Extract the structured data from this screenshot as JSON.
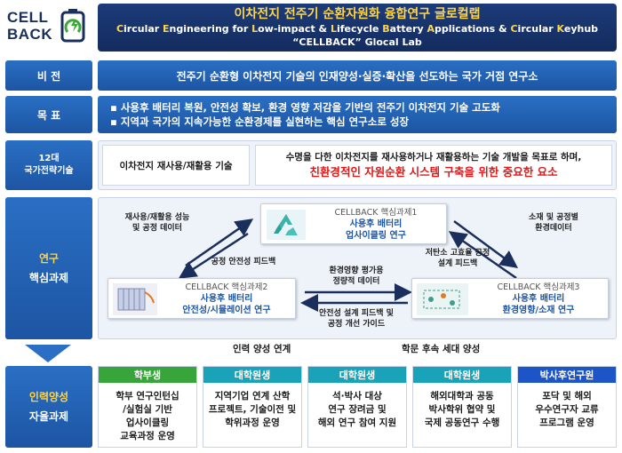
{
  "logo": {
    "line1": "CELL",
    "line2": "BACK"
  },
  "header": {
    "title": "이차전지 전주기 순환자원화 융합연구 글로컬랩",
    "subtitle_parts": [
      {
        "t": "C",
        "y": true
      },
      {
        "t": "ircular "
      },
      {
        "t": "E",
        "y": true
      },
      {
        "t": "ngineering for "
      },
      {
        "t": "L",
        "y": true
      },
      {
        "t": "ow-impact & "
      },
      {
        "t": "L",
        "y": true
      },
      {
        "t": "ifecycle "
      },
      {
        "t": "B",
        "y": true
      },
      {
        "t": "attery "
      },
      {
        "t": "A",
        "y": true
      },
      {
        "t": "pplications & "
      },
      {
        "t": "C",
        "y": true
      },
      {
        "t": "ircular "
      },
      {
        "t": "K",
        "y": true
      },
      {
        "t": "eyhub"
      }
    ],
    "line3": "“CELLBACK” Glocal Lab"
  },
  "vision": {
    "label": "비 전",
    "text": "전주기 순환형 이차전지 기술의 인재양성·실증·확산을 선도하는 국가 거점 연구소"
  },
  "goal": {
    "label": "목 표",
    "items": [
      "사용후 배터리 복원, 안전성 확보, 환경 영향 저감을 기반의 전주기 이차전지 기술 고도화",
      "지역과 국가의 지속가능한 순환경제를 실현하는 핵심 연구소로 성장"
    ]
  },
  "tech": {
    "label1": "12대",
    "label2": "국가전략기술",
    "name": "이차전지 재사용/재활용 기술",
    "desc1": "수명을 다한 이차전지를 재사용하거나 재활용하는 기술 개발을 목표로 하며,",
    "desc2": "친환경적인 자원순환 시스템 구축을 위한 중요한 요소"
  },
  "research": {
    "label1": "연구",
    "label2": "핵심과제",
    "task1": {
      "title": "CELLBACK 핵심과제1",
      "sub1": "사용후 배터리",
      "sub2": "업사이클링 연구"
    },
    "task2": {
      "title": "CELLBACK 핵심과제2",
      "sub1": "사용후 배터리",
      "sub2": "안전성/시뮬레이션 연구"
    },
    "task3": {
      "title": "CELLBACK 핵심과제3",
      "sub1": "사용후 배터리",
      "sub2": "환경영향/소재 연구"
    },
    "notes": {
      "n1": [
        "재사용/재활용 성능",
        "및 공정 데이터"
      ],
      "n2": [
        "공정 안전성 피드백"
      ],
      "n3": [
        "소재 및 공정별",
        "환경데이터"
      ],
      "n4": [
        "저탄소 고효율 공정",
        "설계 피드백"
      ],
      "n5": [
        "환경영향 평가용",
        "정량적 데이터"
      ],
      "n6": [
        "안전성 설계 피드백 및",
        "공정 개선 가이드"
      ]
    }
  },
  "flow": {
    "left": "인력 양성 연계",
    "right": "학문 후속 세대 양성"
  },
  "hr": {
    "label1": "인력양성",
    "label2": "자율과제",
    "cols": [
      {
        "head": "학부생",
        "color": "#37a53a",
        "lines": [
          "학부 연구인턴십",
          "/실험실 기반",
          "업사이클링",
          "교육과정 운영"
        ]
      },
      {
        "head": "대학원생",
        "color": "#1aa3b8",
        "lines": [
          "지역기업 연계 산학",
          "프로젝트, 기술이전 및",
          "학위과정 운영"
        ]
      },
      {
        "head": "대학원생",
        "color": "#1aa3b8",
        "lines": [
          "석·박사 대상",
          "연구 장려금 및",
          "해외 연구 참여 지원"
        ]
      },
      {
        "head": "대학원생",
        "color": "#1aa3b8",
        "lines": [
          "해외대학과 공동",
          "박사학위 협약 및",
          "국제 공동연구 수행"
        ]
      },
      {
        "head": "박사후연구원",
        "color": "#1d55c8",
        "lines": [
          "포닥 및 해외",
          "우수연구자 교류",
          "프로그램 운영"
        ]
      }
    ]
  },
  "icons": {
    "logo": "battery-recycle-icon",
    "recycle": "recycle-icon",
    "battery_pack": "battery-pack-icon",
    "circuit": "circuit-board-icon"
  },
  "colors": {
    "header": "#1c3b7a",
    "accent_yellow": "#ffd54a",
    "label_blue": "#2a6fc4",
    "highlight_red": "#e01818"
  }
}
